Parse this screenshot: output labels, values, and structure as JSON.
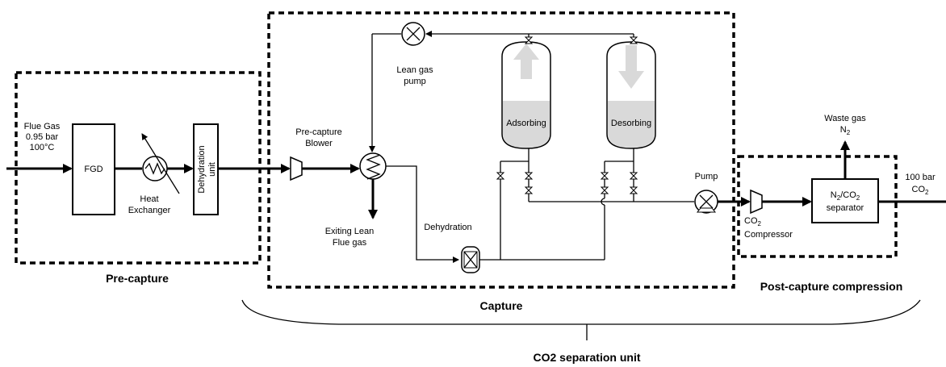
{
  "sections": {
    "pre_capture": "Pre-capture",
    "capture": "Capture",
    "post_capture": "Post-capture compression",
    "overall": "CO2 separation unit"
  },
  "labels": {
    "flue_gas": "Flue Gas",
    "flue_pressure": "0.95 bar",
    "flue_temp": "100°C",
    "fgd": "FGD",
    "heat_exchanger_1": "Heat",
    "heat_exchanger_2": "Exchanger",
    "dehydration_unit_1": "Dehydration",
    "dehydration_unit_2": "unit",
    "blower_1": "Pre-capture",
    "blower_2": "Blower",
    "lean_gas_pump_1": "Lean gas",
    "lean_gas_pump_2": "pump",
    "exiting_1": "Exiting Lean",
    "exiting_2": "Flue gas",
    "dehydration": "Dehydration",
    "adsorbing": "Adsorbing",
    "desorbing": "Desorbing",
    "pump": "Pump",
    "waste_gas": "Waste gas",
    "n2": "N",
    "n2_sub": "2",
    "separator_top": "N",
    "separator_top_sub1": "2",
    "separator_top_mid": "/CO",
    "separator_top_sub2": "2",
    "separator_bottom": "separator",
    "co2_comp": "CO",
    "co2_comp_sub": "2",
    "compressor": "Compressor",
    "out_pressure": "100 bar",
    "out_co2": "CO",
    "out_co2_sub": "2"
  }
}
